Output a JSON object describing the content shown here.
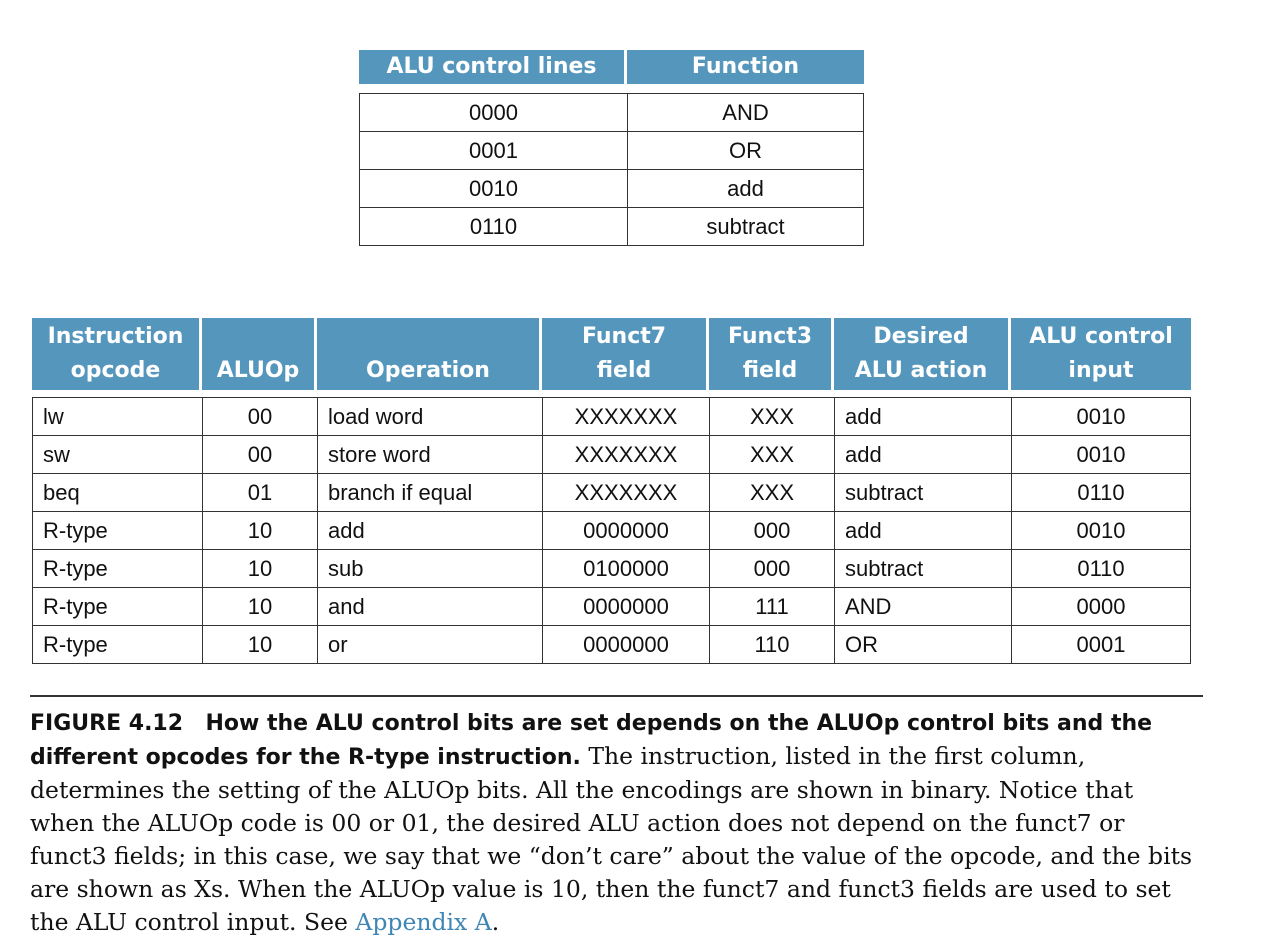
{
  "top_table": {
    "headers": [
      "ALU control lines",
      "Function"
    ],
    "rows": [
      [
        "0000",
        "AND"
      ],
      [
        "0001",
        "OR"
      ],
      [
        "0010",
        "add"
      ],
      [
        "0110",
        "subtract"
      ]
    ]
  },
  "main_table": {
    "headers": [
      {
        "line1": "Instruction",
        "line2": "opcode"
      },
      {
        "line1": "",
        "line2": "ALUOp"
      },
      {
        "line1": "",
        "line2": "Operation"
      },
      {
        "line1": "Funct7",
        "line2": "field"
      },
      {
        "line1": "Funct3",
        "line2": "field"
      },
      {
        "line1": "Desired",
        "line2": "ALU action"
      },
      {
        "line1": "ALU control",
        "line2": "input"
      }
    ],
    "rows": [
      [
        "lw",
        "00",
        "load word",
        "XXXXXXX",
        "XXX",
        "add",
        "0010"
      ],
      [
        "sw",
        "00",
        "store word",
        "XXXXXXX",
        "XXX",
        "add",
        "0010"
      ],
      [
        "beq",
        "01",
        "branch if equal",
        "XXXXXXX",
        "XXX",
        "subtract",
        "0110"
      ],
      [
        "R-type",
        "10",
        "add",
        "0000000",
        "000",
        "add",
        "0010"
      ],
      [
        "R-type",
        "10",
        "sub",
        "0100000",
        "000",
        "subtract",
        "0110"
      ],
      [
        "R-type",
        "10",
        "and",
        "0000000",
        "111",
        "AND",
        "0000"
      ],
      [
        "R-type",
        "10",
        "or",
        "0000000",
        "110",
        "OR",
        "0001"
      ]
    ]
  },
  "caption": {
    "figure_label": "FIGURE 4.12",
    "lead": "How the ALU control bits are set depends on the ALUOp control bits and the different opcodes for the R-type instruction.",
    "body": "The instruction, listed in the first column, determines the setting of the ALUOp bits. All the encodings are shown in binary. Notice that when the ALUOp code is 00 or 01, the desired ALU action does not depend on the funct7 or funct3 fields; in this case, we say that we “don’t care” about the value of the opcode, and the bits are shown as Xs. When the ALUOp value is 10, then the funct7 and funct3 fields are used to set the ALU control input. See",
    "link": "Appendix A",
    "end": "."
  }
}
